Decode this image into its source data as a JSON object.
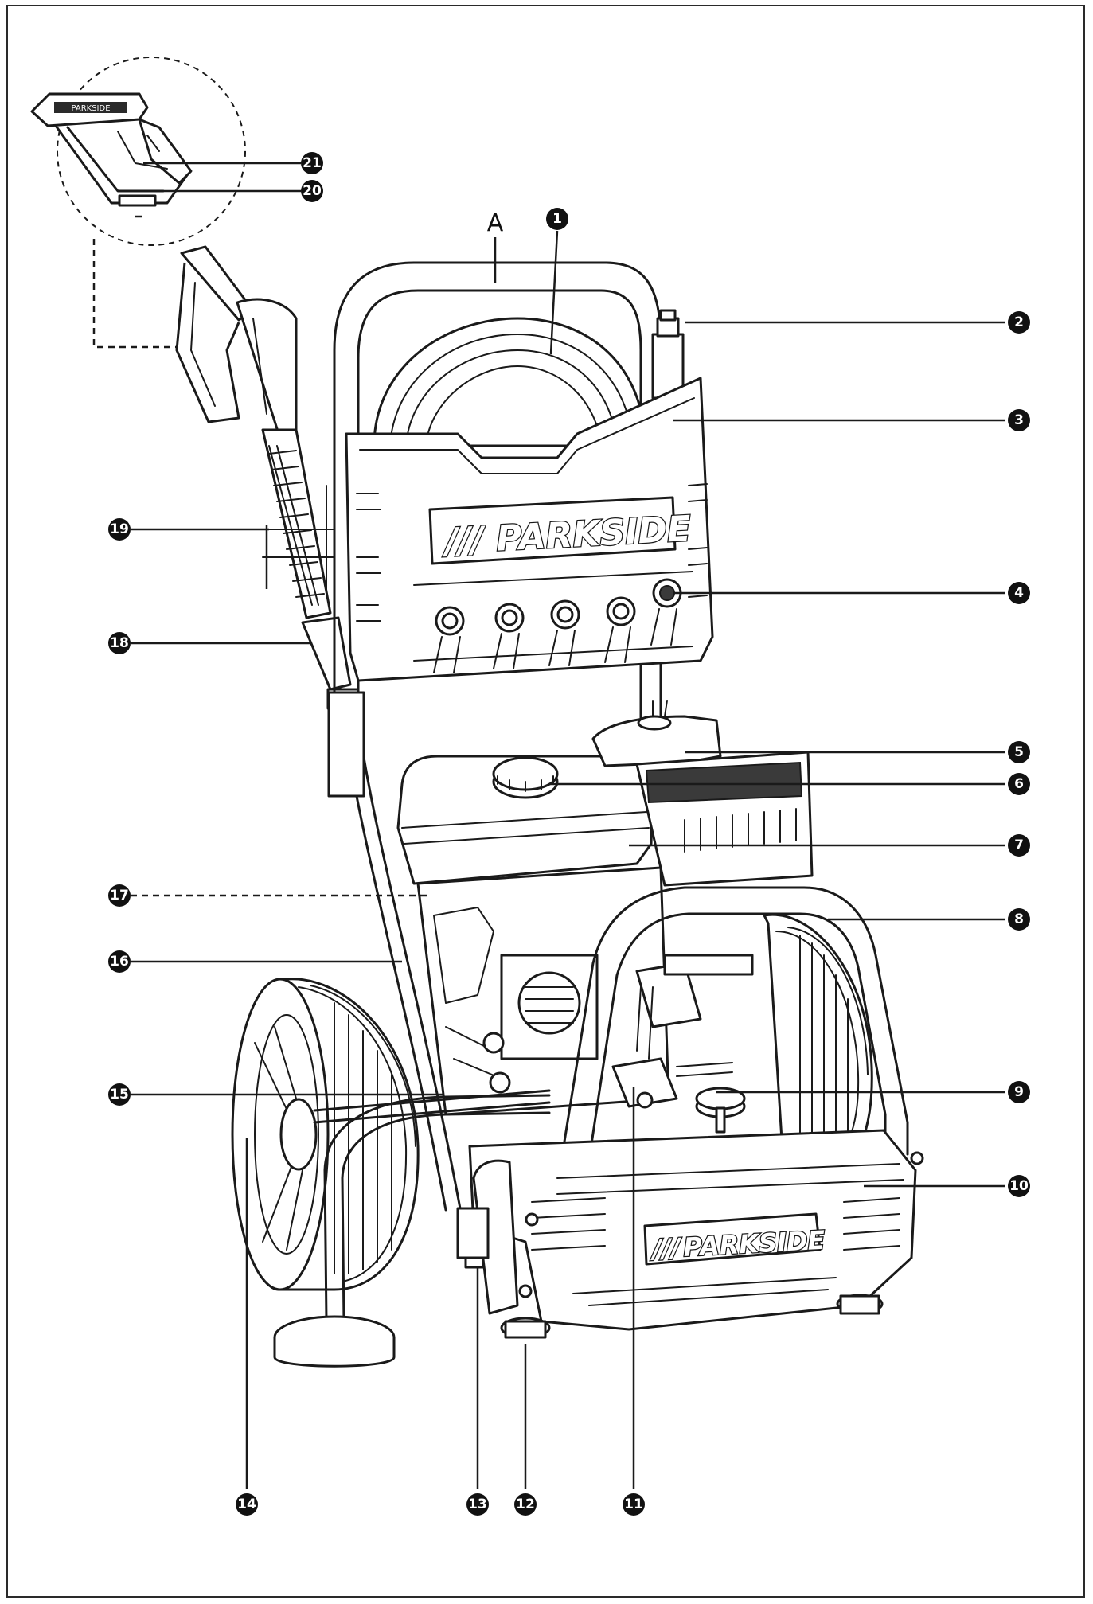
{
  "letter_label": "A",
  "brand": {
    "frame_text": "PARKSIDE",
    "base_text": "PARKSIDE",
    "stripes": "///"
  },
  "callouts": [
    "1",
    "2",
    "3",
    "4",
    "5",
    "6",
    "7",
    "8",
    "9",
    "10",
    "11",
    "12",
    "13",
    "14",
    "15",
    "16",
    "17",
    "18",
    "19",
    "20",
    "21"
  ]
}
